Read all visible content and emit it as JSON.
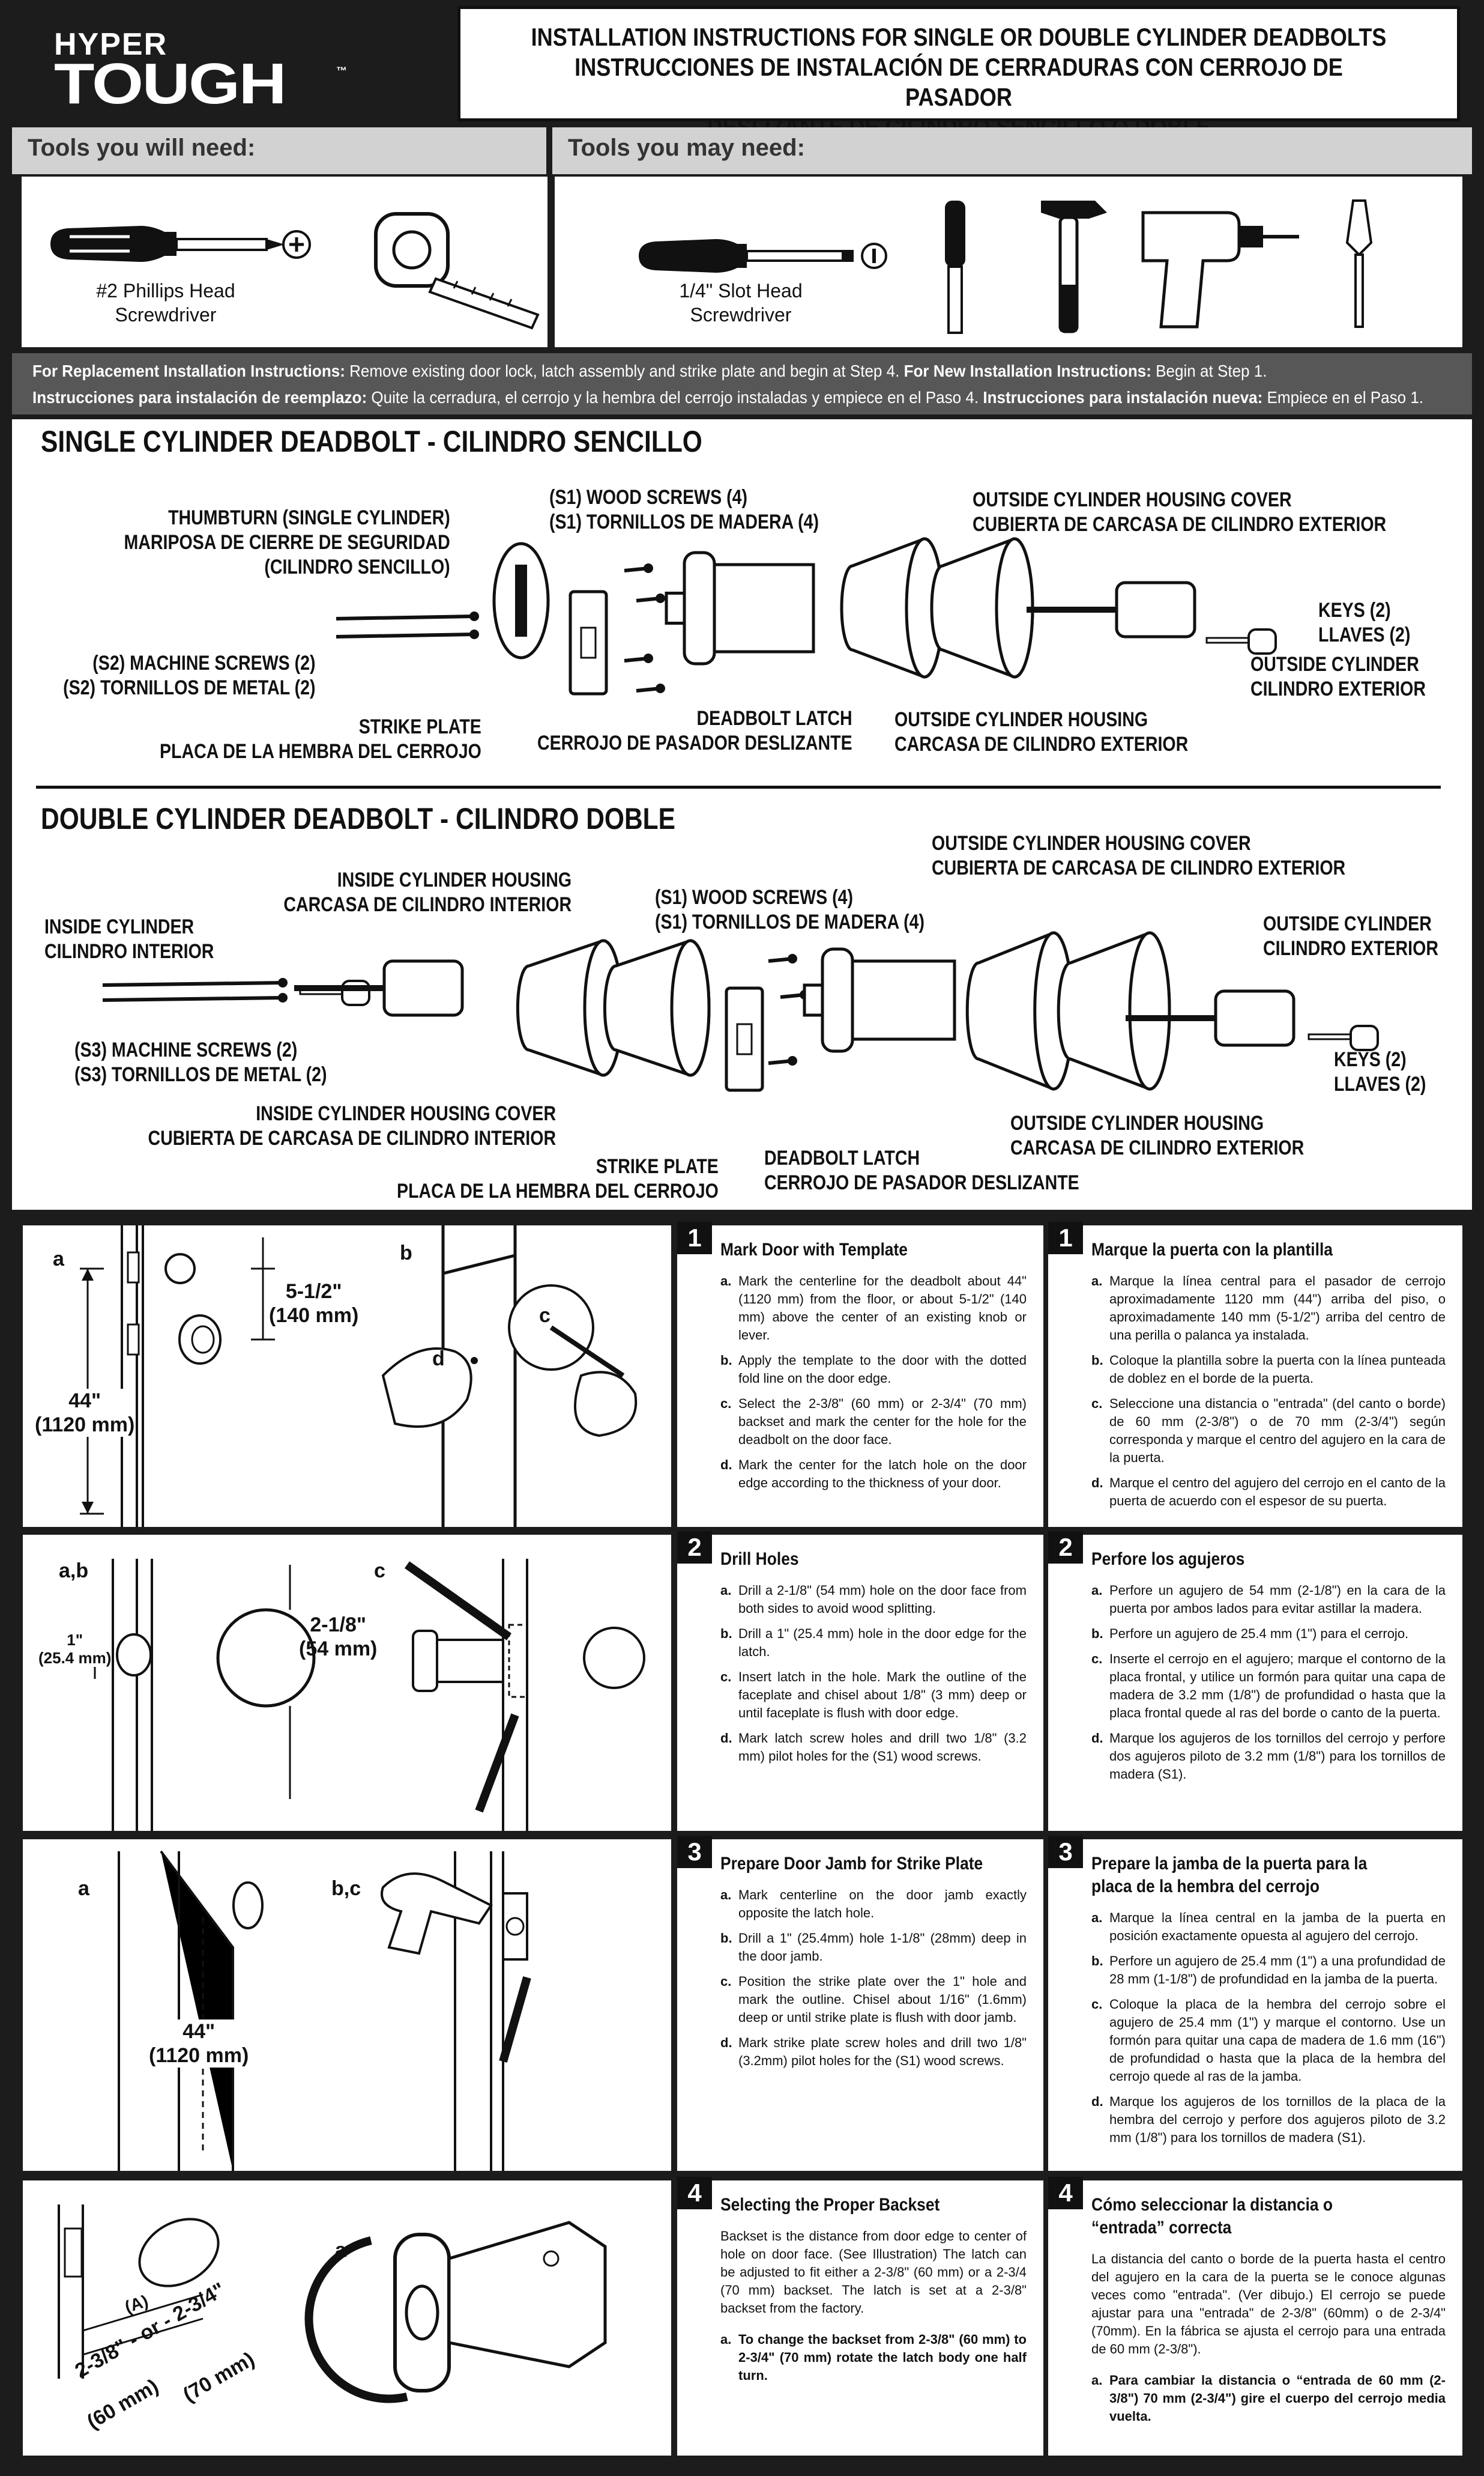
{
  "header": {
    "logo_line1": "HYPER",
    "logo_line2": "TOUGH",
    "logo_tm": "™",
    "title_lines": [
      "INSTALLATION INSTRUCTIONS FOR SINGLE OR DOUBLE CYLINDER DEADBOLTS",
      "INSTRUCCIONES DE INSTALACIÓN DE CERRADURAS CON CERROJO DE PASADOR",
      "DESLIZANTE DE CILINDRO SENCILLO O DOBLE"
    ]
  },
  "tools": {
    "need_label": "Tools you will need:",
    "may_need_label": "Tools you may need:",
    "need": [
      {
        "lines": [
          "#2 Phillips Head",
          "Screwdriver"
        ]
      }
    ],
    "may_need": [
      {
        "lines": [
          "1/4\" Slot Head",
          "Screwdriver"
        ]
      }
    ]
  },
  "notice": {
    "en_bold": "For Replacement Installation Instructions:",
    "en_text": " Remove existing door lock, latch assembly and strike plate and begin at Step 4. ",
    "en_bold2": "For New Installation Instructions:",
    "en_text2": " Begin at Step 1.",
    "es_bold": "Instrucciones para instalación de reemplazo:",
    "es_text": " Quite la cerradura, el cerrojo y la hembra del cerrojo instaladas y empiece en el Paso 4. ",
    "es_bold2": "Instrucciones para instalación nueva:",
    "es_text2": " Empiece en el Paso 1."
  },
  "single": {
    "title": "SINGLE CYLINDER DEADBOLT - CILINDRO SENCILLO",
    "thumbturn": [
      "THUMBTURN (SINGLE CYLINDER)",
      "MARIPOSA DE CIERRE DE SEGURIDAD",
      "(CILINDRO SENCILLO)"
    ],
    "wood_screws": [
      "(S1) WOOD SCREWS (4)",
      "(S1) TORNILLOS DE MADERA (4)"
    ],
    "housing_cover": [
      "OUTSIDE CYLINDER HOUSING COVER",
      "CUBIERTA DE CARCASA DE CILINDRO EXTERIOR"
    ],
    "keys": [
      "KEYS (2)",
      "LLAVES (2)"
    ],
    "machine_screws": [
      "(S2) MACHINE SCREWS (2)",
      "(S2) TORNILLOS DE METAL (2)"
    ],
    "strike_plate": [
      "STRIKE PLATE",
      "PLACA DE LA HEMBRA DEL CERROJO"
    ],
    "deadbolt_latch": [
      "DEADBOLT LATCH",
      "CERROJO DE PASADOR DESLIZANTE"
    ],
    "housing": [
      "OUTSIDE CYLINDER HOUSING",
      "CARCASA DE CILINDRO EXTERIOR"
    ],
    "cylinder": [
      "OUTSIDE CYLINDER",
      "CILINDRO EXTERIOR"
    ]
  },
  "double": {
    "title": "DOUBLE CYLINDER DEADBOLT - CILINDRO DOBLE",
    "inside_housing": [
      "INSIDE CYLINDER HOUSING",
      "CARCASA DE CILINDRO INTERIOR"
    ],
    "inside_cylinder": [
      "INSIDE CYLINDER",
      "CILINDRO INTERIOR"
    ],
    "wood_screws": [
      "(S1) WOOD SCREWS (4)",
      "(S1) TORNILLOS DE MADERA (4)"
    ],
    "housing_cover": [
      "OUTSIDE CYLINDER HOUSING COVER",
      "CUBIERTA DE CARCASA DE CILINDRO EXTERIOR"
    ],
    "outside_cylinder": [
      "OUTSIDE CYLINDER",
      "CILINDRO EXTERIOR"
    ],
    "machine_screws": [
      "(S3) MACHINE SCREWS (2)",
      "(S3) TORNILLOS DE METAL (2)"
    ],
    "inside_housing_cover": [
      "INSIDE CYLINDER HOUSING COVER",
      "CUBIERTA DE CARCASA DE CILINDRO INTERIOR"
    ],
    "strike_plate": [
      "STRIKE PLATE",
      "PLACA DE LA HEMBRA DEL CERROJO"
    ],
    "deadbolt_latch": [
      "DEADBOLT LATCH",
      "CERROJO DE PASADOR DESLIZANTE"
    ],
    "outside_housing": [
      "OUTSIDE CYLINDER HOUSING",
      "CARCASA DE CILINDRO EXTERIOR"
    ],
    "keys": [
      "KEYS (2)",
      "LLAVES (2)"
    ]
  },
  "steps": [
    {
      "number": "1",
      "figure": {
        "a": "a",
        "b": "b",
        "c": "c",
        "d": "d",
        "dim1": [
          "5-1/2\"",
          "(140 mm)"
        ],
        "dim2": [
          "44\"",
          "(1120 mm)"
        ]
      },
      "en": {
        "title": "Mark Door with Template",
        "items": [
          {
            "letter": "a.",
            "text": "Mark the centerline for the deadbolt about 44\" (1120 mm) from the floor, or about 5-1/2\" (140 mm) above the center of an existing knob or lever."
          },
          {
            "letter": "b.",
            "text": "Apply the template to the door with the dotted fold line on the door edge."
          },
          {
            "letter": "c.",
            "text": "Select the 2-3/8\" (60 mm) or 2-3/4\" (70 mm) backset and mark the center for the hole for the deadbolt on the door face."
          },
          {
            "letter": "d.",
            "text": "Mark the center for the latch hole on the door edge according to the thickness of your door."
          }
        ]
      },
      "es": {
        "title": "Marque la puerta con la plantilla",
        "items": [
          {
            "letter": "a.",
            "text": "Marque la línea central para el pasador de cerrojo aproximadamente 1120 mm (44\") arriba del piso, o aproximadamente 140 mm (5-1/2\") arriba del centro de una perilla o palanca ya instalada."
          },
          {
            "letter": "b.",
            "text": "Coloque la plantilla sobre la puerta con la línea punteada de doblez en el borde de la puerta."
          },
          {
            "letter": "c.",
            "text": "Seleccione una distancia o \"entrada\" (del canto o borde) de 60 mm (2-3/8\") o de 70 mm (2-3/4\") según corresponda y marque el centro del agujero en la cara de la puerta."
          },
          {
            "letter": "d.",
            "text": "Marque el centro del agujero del cerrojo en el canto de la puerta de acuerdo con el espesor de su puerta."
          }
        ]
      }
    },
    {
      "number": "2",
      "figure": {
        "ab": "a,b",
        "c": "c",
        "dim1": [
          "1\"",
          "(25.4 mm)"
        ],
        "dim2": [
          "2-1/8\"",
          "(54 mm)"
        ]
      },
      "en": {
        "title": "Drill Holes",
        "items": [
          {
            "letter": "a.",
            "text": "Drill a 2-1/8\" (54 mm) hole on the door face from both sides to avoid wood splitting."
          },
          {
            "letter": "b.",
            "text": "Drill a 1\" (25.4 mm) hole in the door edge for the latch."
          },
          {
            "letter": "c.",
            "text": "Insert latch in the hole. Mark the outline of the faceplate and chisel about 1/8\" (3 mm) deep or until faceplate is flush with door edge."
          },
          {
            "letter": "d.",
            "text": "Mark latch screw holes and drill two 1/8\" (3.2 mm) pilot holes for the (S1) wood screws."
          }
        ]
      },
      "es": {
        "title": "Perfore los agujeros",
        "items": [
          {
            "letter": "a.",
            "text": "Perfore un agujero de 54 mm (2-1/8\") en la cara de la puerta por ambos lados para evitar astillar la madera."
          },
          {
            "letter": "b.",
            "text": "Perfore un agujero de 25.4 mm (1\") para el cerrojo."
          },
          {
            "letter": "c.",
            "text": "Inserte el cerrojo en el agujero; marque el contorno de la placa frontal, y utilice un formón para quitar una capa de madera de 3.2 mm (1/8\") de profundidad o hasta que la placa frontal quede al ras del borde o canto de la puerta."
          },
          {
            "letter": "d.",
            "text": "Marque los agujeros de los tornillos del cerrojo y perfore dos agujeros piloto de 3.2 mm (1/8\") para los tornillos de madera (S1)."
          }
        ]
      }
    },
    {
      "number": "3",
      "figure": {
        "a": "a",
        "bc": "b,c",
        "dim1": [
          "44\"",
          "(1120 mm)"
        ]
      },
      "en": {
        "title": "Prepare Door Jamb for Strike Plate",
        "items": [
          {
            "letter": "a.",
            "text": "Mark centerline on the door jamb exactly opposite the latch hole."
          },
          {
            "letter": "b.",
            "text": "Drill a 1\" (25.4mm) hole 1-1/8\" (28mm) deep in the door jamb."
          },
          {
            "letter": "c.",
            "text": "Position the strike plate over the 1\" hole and mark the outline. Chisel about 1/16\" (1.6mm) deep or until strike plate is flush with door jamb."
          },
          {
            "letter": "d.",
            "text": "Mark strike plate screw holes and drill two 1/8\" (3.2mm) pilot holes for the (S1) wood screws."
          }
        ]
      },
      "es": {
        "title": "Prepare la jamba de la puerta para la placa de la hembra del cerrojo",
        "items": [
          {
            "letter": "a.",
            "text": "Marque la línea central en la jamba de la puerta en posición exactamente opuesta al agujero del cerrojo."
          },
          {
            "letter": "b.",
            "text": "Perfore un agujero de 25.4 mm (1\") a una profundidad de 28 mm (1-1/8\") de profundidad en la jamba de la puerta."
          },
          {
            "letter": "c.",
            "text": "Coloque la placa de la hembra del cerrojo sobre el agujero de 25.4 mm (1\") y marque el contorno. Use un formón para quitar una capa de madera de 1.6 mm (16\") de profundidad o hasta que la placa de la hembra del cerrojo quede al ras de la jamba."
          },
          {
            "letter": "d.",
            "text": "Marque los agujeros de los tornillos de la placa de la hembra del cerrojo y perfore dos agujeros piloto de 3.2 mm (1/8\") para los tornillos de madera (S1)."
          }
        ]
      }
    },
    {
      "number": "4",
      "figure": {
        "a": "a",
        "A": "(A)",
        "dim": "2-3/8\" - or - 2-3/4\"",
        "mm60": "(60 mm)",
        "mm70": "(70 mm)"
      },
      "en": {
        "title": "Selecting the Proper Backset",
        "intro": "Backset is the distance from door edge to center of hole on door face. (See Illustration) The latch can be adjusted to fit either a 2-3/8\" (60 mm) or a 2-3/4 (70 mm) backset. The latch is set at a 2-3/8\" backset from the factory.",
        "items": [
          {
            "letter": "a.",
            "text": "To change the backset from 2-3/8\" (60 mm) to 2-3/4\" (70 mm) rotate the latch body one half turn."
          }
        ]
      },
      "es": {
        "title": "Cómo seleccionar la distancia o “entrada” correcta",
        "intro": "La distancia del canto o borde de la puerta hasta el centro del agujero en la cara de la puerta se le conoce algunas veces como \"entrada\". (Ver dibujo.) El cerrojo se puede ajustar para una \"entrada\" de 2-3/8\" (60mm) o de 2-3/4\" (70mm). En la fábrica se ajusta el cerrojo para una entrada de 60 mm (2-3/8\").",
        "items": [
          {
            "letter": "a.",
            "text": "Para cambiar la distancia o “entrada de 60 mm (2-3/8\") 70 mm (2-3/4\") gire el cuerpo del cerrojo media vuelta."
          }
        ]
      }
    }
  ]
}
